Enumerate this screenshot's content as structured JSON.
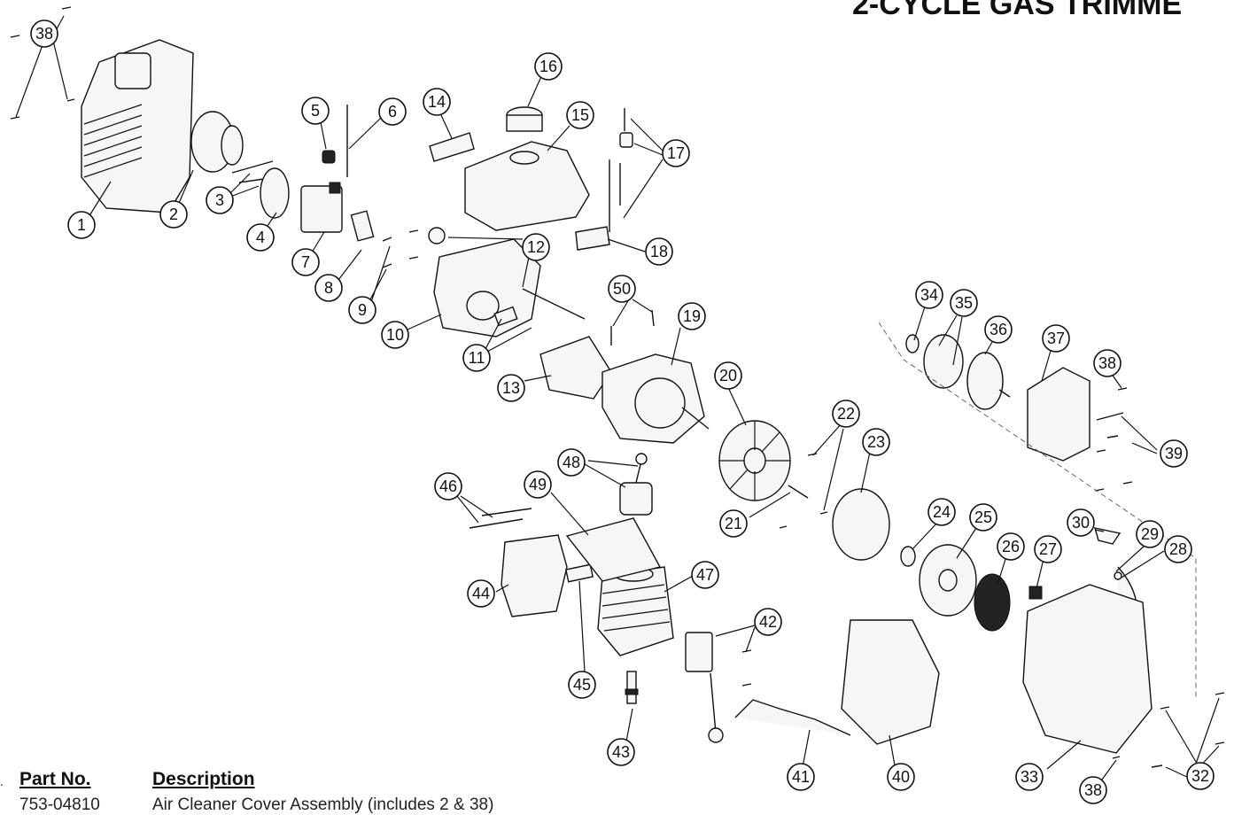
{
  "title": "2-CYCLE GAS TRIMME",
  "callouts": [
    "1",
    "2",
    "3",
    "4",
    "5",
    "6",
    "7",
    "8",
    "9",
    "10",
    "11",
    "12",
    "13",
    "14",
    "15",
    "16",
    "17",
    "18",
    "19",
    "20",
    "21",
    "22",
    "23",
    "24",
    "25",
    "26",
    "27",
    "28",
    "29",
    "30",
    "32",
    "33",
    "34",
    "35",
    "36",
    "37",
    "38",
    "39",
    "40",
    "41",
    "42",
    "43",
    "44",
    "45",
    "46",
    "47",
    "48",
    "49",
    "50"
  ],
  "table": {
    "ref_col_fragment": ".",
    "headers": {
      "part_no": "Part No.",
      "description": "Description"
    },
    "rows": [
      {
        "part_no": "753-04810",
        "description": "Air Cleaner Cover Assembly (includes 2 & 38)"
      }
    ]
  }
}
